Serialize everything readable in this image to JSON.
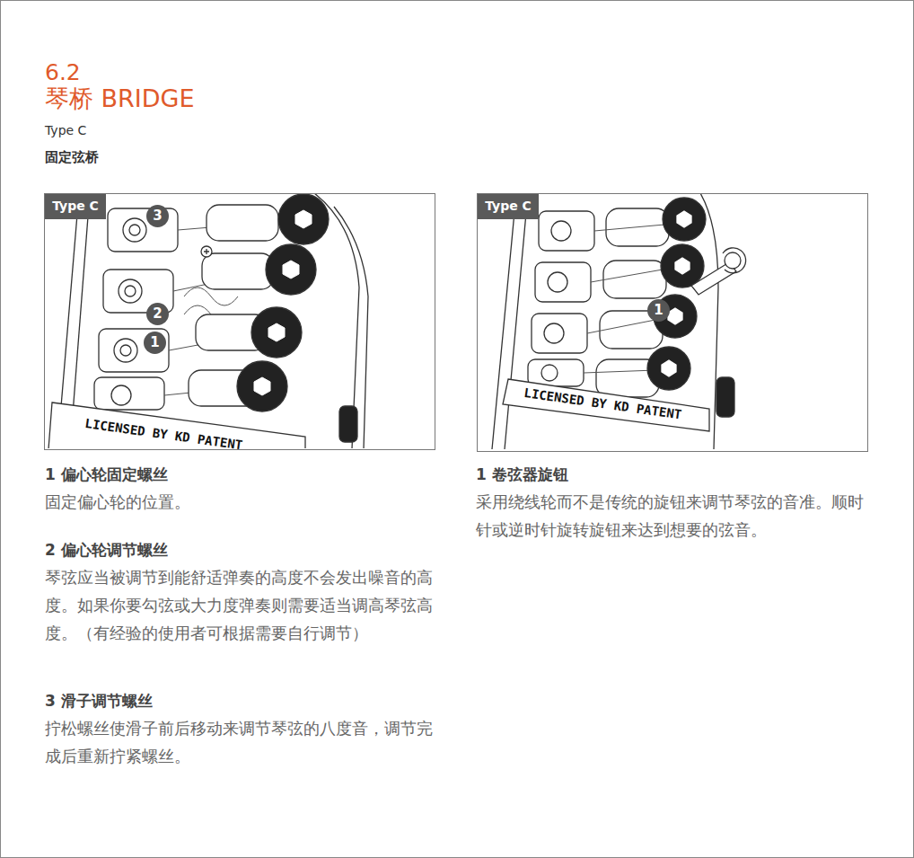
{
  "diagram": {
    "title": "琴桥 BRIDGE",
    "nodes": [
      {
        "text": [
          "Type C"
        ]
      },
      {
        "text": [
          "3"
        ]
      },
      {
        "text": [
          "2"
        ]
      },
      {
        "text": [
          "1"
        ]
      },
      {
        "text": [
          "Type C"
        ]
      },
      {
        "text": [
          "1"
        ]
      }
    ],
    "labels": [
      "6.2",
      "Type C",
      "固定弦桥",
      "LICENSED BY KD PATENT",
      "LICENSED BY KD PATENT",
      "1 偏心轮固定螺丝",
      "固定偏心轮的位置。",
      "2 偏心轮调节螺丝",
      "琴弦应当被调节到能舒适弹奏的高度不会发出噪音的高度。如果你要勾弦或大力度弹奏则需要适当调高琴弦高度。（有经验的使用者可根据需要自行调节）",
      "3 滑子调节螺丝",
      "拧松螺丝使滑子前后移动来调节琴弦的八度音，调节完成后重新拧紧螺丝。",
      "1 卷弦器旋钮",
      "采用绕线轮而不是传统的旋钮来调节琴弦的音准。顺时针或逆时针旋转旋钮来达到想要的弦音。"
    ]
  }
}
